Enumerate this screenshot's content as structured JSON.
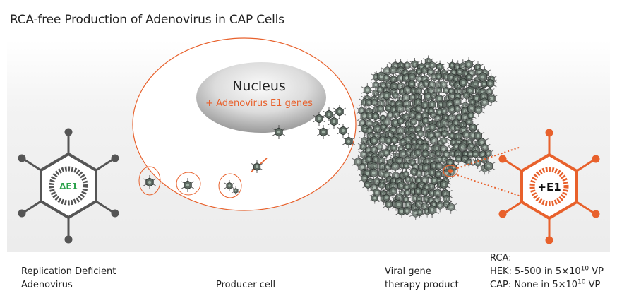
{
  "title": "RCA-free Production of Adenovirus in CAP Cells",
  "nucleus": {
    "label": "Nucleus",
    "sublabel": "+ Adenovirus E1 genes"
  },
  "left_virus": {
    "marker": "ΔE1",
    "caption_line1": "Replication Deficient",
    "caption_line2": "Adenovirus"
  },
  "producer": {
    "caption": "Producer cell"
  },
  "product": {
    "caption_line1": "Viral gene",
    "caption_line2": "therapy product"
  },
  "right_virus": {
    "marker": "+E1"
  },
  "rca": {
    "heading": "RCA:",
    "hek_prefix": "HEK: 5-500 in 5×10",
    "hek_exp": "10",
    "hek_suffix": " VP",
    "cap_prefix": "CAP: None in 5×10",
    "cap_exp": "10",
    "cap_suffix": " VP"
  },
  "colors": {
    "accent": "#e8612c",
    "virus_dark": "#555555",
    "delta_green": "#2aa14a"
  }
}
